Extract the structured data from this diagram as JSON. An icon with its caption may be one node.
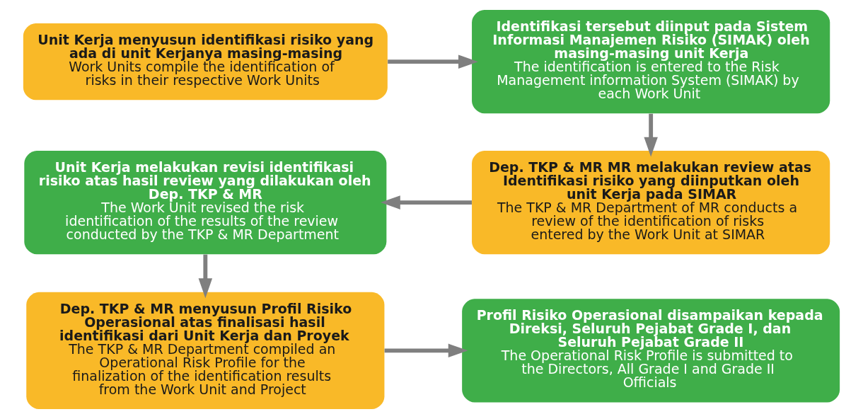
{
  "diagram": {
    "nodes": [
      {
        "text": [
          "Unit Kerja menyusun identifikasi risiko yang ada di unit Kerjanya masing-masing",
          "Work Units compile the identification of risks in their respective Work Units"
        ]
      },
      {
        "text": [
          "Identifikasi tersebut diinput pada Sistem Informasi Manajemen Risiko (SIMAK) oleh masing-masing unit Kerja",
          "The identification is entered to the Risk Management information System (SIMAK) by each Work Unit"
        ]
      },
      {
        "text": [
          "Unit Kerja melakukan revisi identifikasi risiko atas hasil review yang dilakukan oleh Dep. TKP & MR",
          "The Work Unit revised the risk identification of the results of the review conducted by the TKP & MR Department"
        ]
      },
      {
        "text": [
          "Dep. TKP & MR MR melakukan review atas Identifikasi risiko yang diinputkan oleh unit Kerja pada SIMAR",
          "The TKP & MR Department of MR conducts a review of the identification of risks entered by the Work Unit at SIMAR"
        ]
      },
      {
        "text": [
          "Dep. TKP & MR menyusun Profil Risiko Operasional atas finalisasi hasil identifikasi dari Unit Kerja dan Proyek",
          "The TKP & MR Department compiled an Operational Risk Profile for the finalization of the identification results from the Work Unit and Project"
        ]
      },
      {
        "text": [
          "Profil Risiko Operasional disampaikan kepada Direksi, Seluruh Pejabat Grade I, dan Seluruh Pejabat Grade II",
          "The Operational Risk Profile is submitted to the Directors, All Grade I and Grade II Officials"
        ]
      }
    ],
    "edges": [
      {
        "from": 0,
        "to": 1,
        "arrow": "to"
      },
      {
        "from": 1,
        "to": 3,
        "arrow": "to"
      },
      {
        "from": 3,
        "to": 2,
        "arrow": "to"
      },
      {
        "from": 2,
        "to": 4,
        "arrow": "to"
      },
      {
        "from": 4,
        "to": 5,
        "arrow": "to"
      }
    ]
  }
}
